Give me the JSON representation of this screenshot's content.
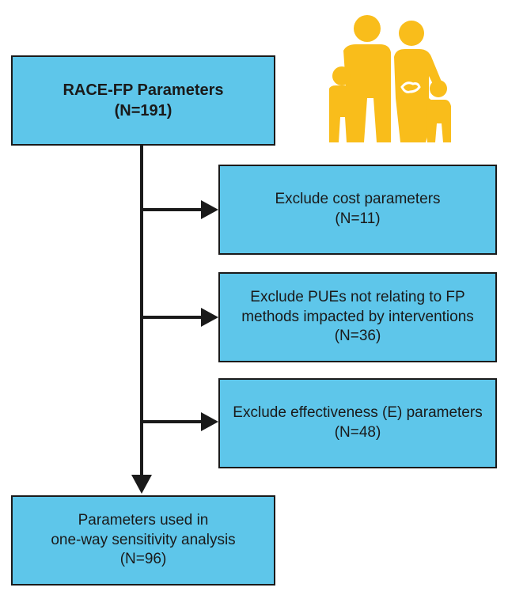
{
  "colors": {
    "box_fill": "#5ec6ea",
    "line": "#1a1a1a",
    "icon": "#f9bd1b"
  },
  "icons": {
    "header": "family-icon"
  },
  "nodes": {
    "start": {
      "title": "RACE-FP Parameters",
      "count": "(N=191)"
    },
    "exclude_cost": {
      "line1": "Exclude cost parameters",
      "count": "(N=11)"
    },
    "exclude_pues": {
      "line1": "Exclude PUEs not relating to FP",
      "line2": "methods impacted by interventions",
      "count": "(N=36)"
    },
    "exclude_effectiveness": {
      "line1": "Exclude effectiveness (E) parameters",
      "count": "(N=48)"
    },
    "result": {
      "line1": "Parameters used in",
      "line2": "one-way sensitivity analysis",
      "count": "(N=96)"
    }
  }
}
